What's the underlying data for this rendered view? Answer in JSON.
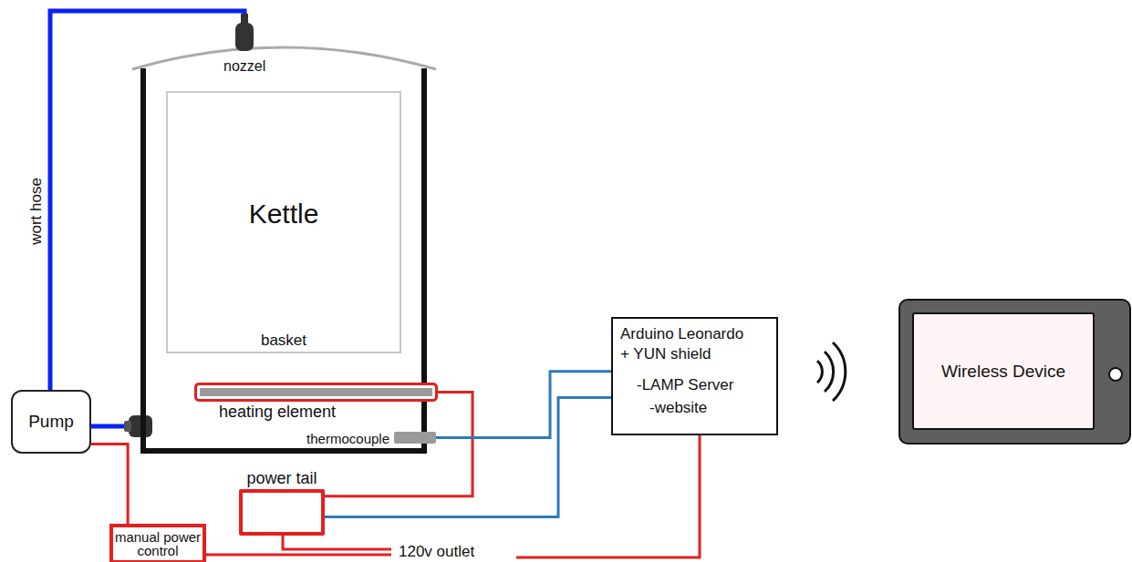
{
  "diagram": {
    "nodes": [
      {
        "text": [
          "Kettle"
        ]
      },
      {
        "text": [
          "basket"
        ],
        "in": 0
      },
      {
        "text": [
          "heating element"
        ],
        "in": 0
      },
      {
        "text": [
          "thermocouple"
        ],
        "in": 0
      },
      {
        "text": [
          "Pump"
        ]
      },
      {
        "text": [
          "power tail"
        ]
      },
      {
        "text": [
          "manual power control"
        ]
      },
      {
        "text": [
          "Arduino Leonardo + YUN shield",
          "-LAMP Server",
          "-website"
        ]
      },
      {
        "text": [
          "Wireless Device"
        ]
      }
    ],
    "edges": [
      {
        "from": 4,
        "to": 0,
        "arrow": "none"
      },
      {
        "from": 4,
        "to": 6,
        "arrow": "none"
      },
      {
        "from": 2,
        "to": 5,
        "arrow": "none"
      },
      {
        "from": 3,
        "to": 7,
        "arrow": "none"
      },
      {
        "from": 5,
        "to": 7,
        "arrow": "none"
      }
    ],
    "labels": [
      "nozzel",
      "wort hose",
      "120v outlet"
    ]
  }
}
